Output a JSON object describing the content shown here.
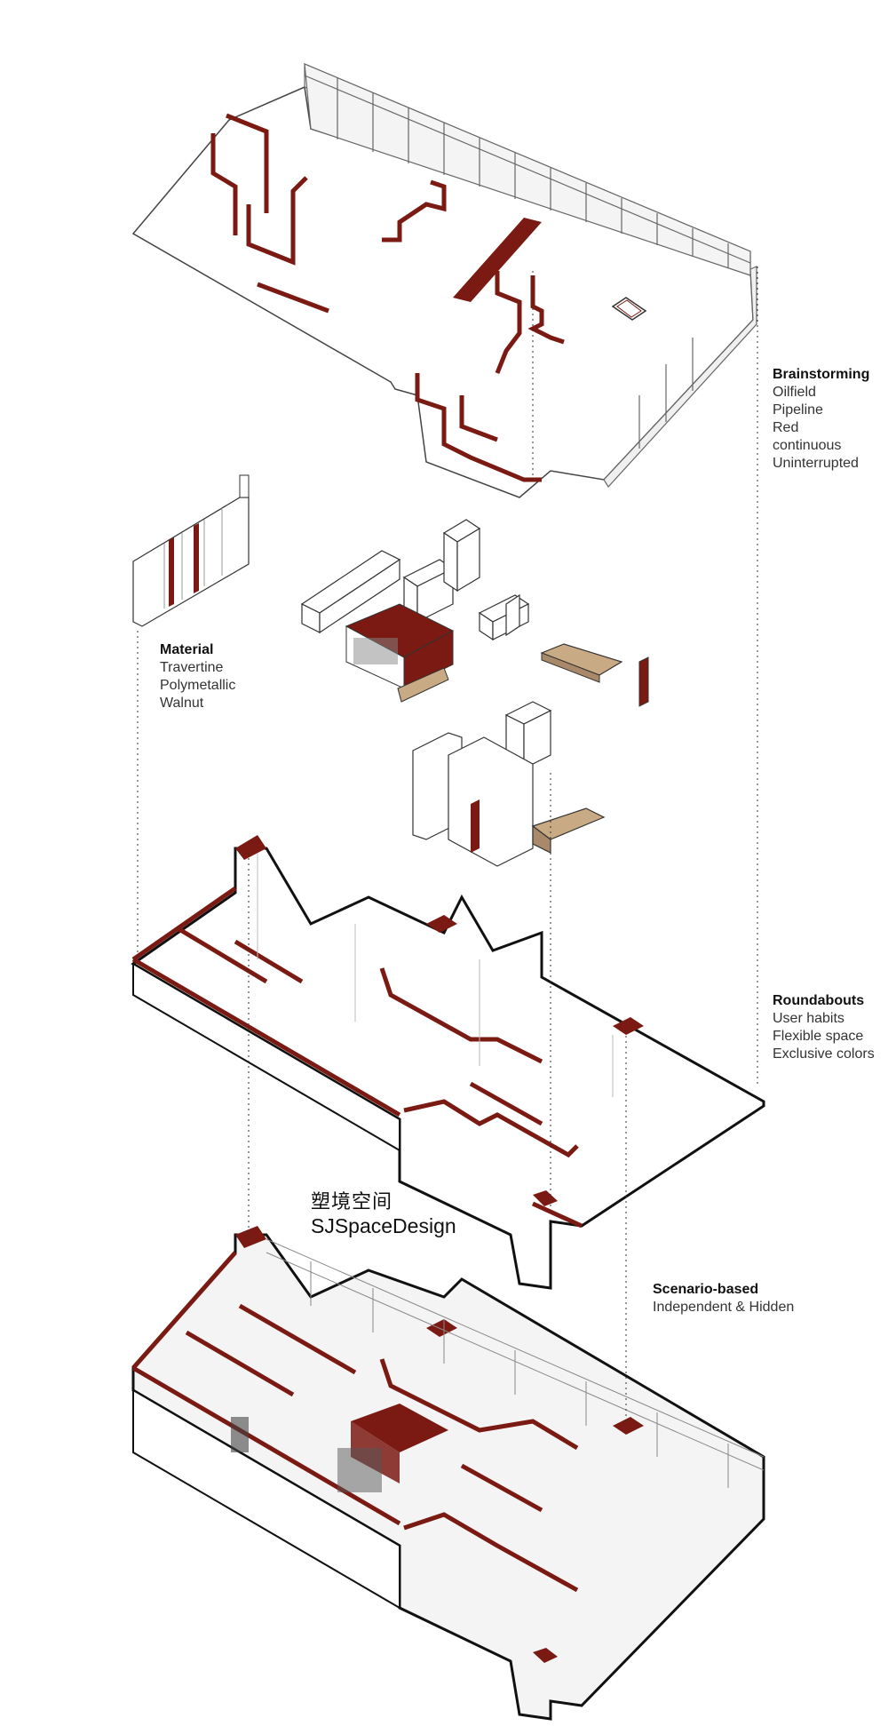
{
  "labels": {
    "brainstorming": {
      "title": "Brainstorming",
      "items": [
        "Oilfield",
        "Pipeline",
        "Red",
        "continuous",
        "Uninterrupted"
      ]
    },
    "material": {
      "title": "Material",
      "items": [
        "Travertine",
        "Polymetallic",
        "Walnut"
      ]
    },
    "roundabouts": {
      "title": "Roundabouts",
      "items": [
        "User habits",
        "Flexible space",
        "Exclusive colors"
      ]
    },
    "scenario": {
      "title": "Scenario-based",
      "items": [
        "Independent & Hidden"
      ]
    }
  },
  "brand": {
    "cn": "塑境空间",
    "en": "SJSpaceDesign"
  },
  "colors": {
    "accent_red": "#7a1a12",
    "walnut": "#c8aa84",
    "line": "#111111",
    "dashed": "#333333"
  }
}
